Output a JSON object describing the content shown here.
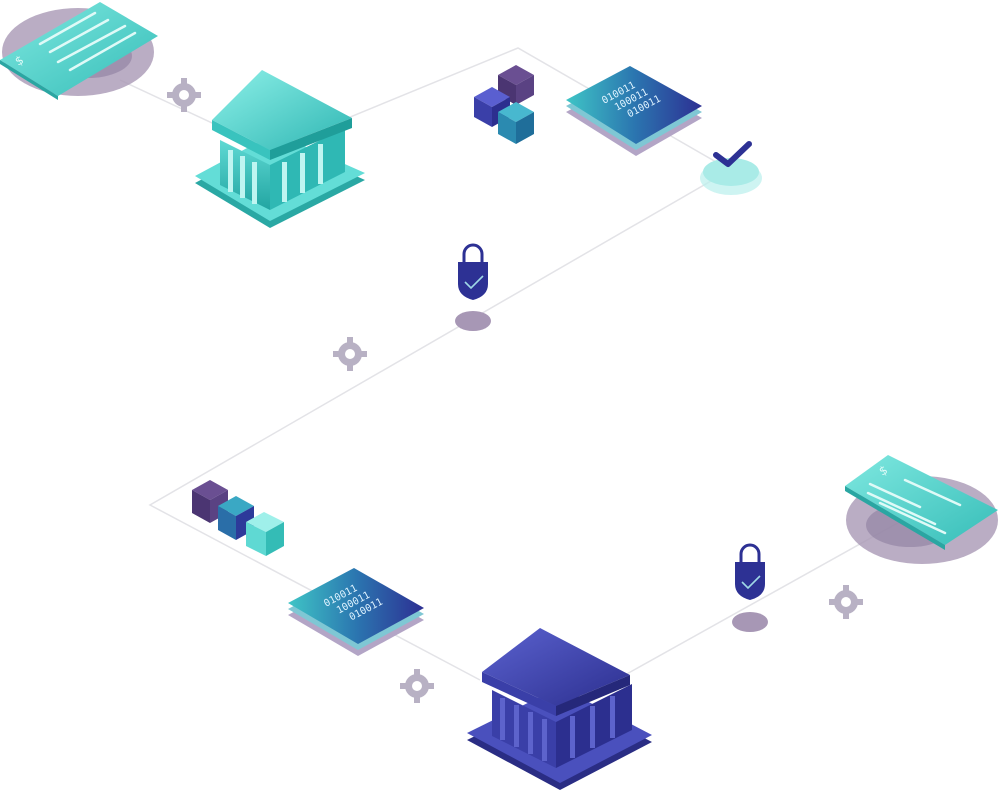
{
  "colors": {
    "teal_light": "#7fe3dd",
    "teal": "#3cc7c2",
    "teal_dark": "#1e9f9b",
    "blue": "#3a3fa8",
    "blue_dark": "#2a2d84",
    "blue_light": "#5a5fc6",
    "purple": "#4f3a7a",
    "shadow": "#9d8fad",
    "line": "#e2e2e6",
    "gear": "#b7b1c2"
  },
  "icons": [
    "check-icon",
    "bank-icon",
    "cheque-icon",
    "gear-icon",
    "padlock-icon",
    "cube-stack-icon",
    "data-chip-icon"
  ],
  "top_chip": {
    "lines": [
      "010011",
      "100011",
      "010011"
    ]
  },
  "bottom_chip": {
    "lines": [
      "010011",
      "100011",
      "010011"
    ]
  },
  "top_cheque": {
    "symbol": "$"
  },
  "bottom_cheque": {
    "symbol": "$"
  }
}
